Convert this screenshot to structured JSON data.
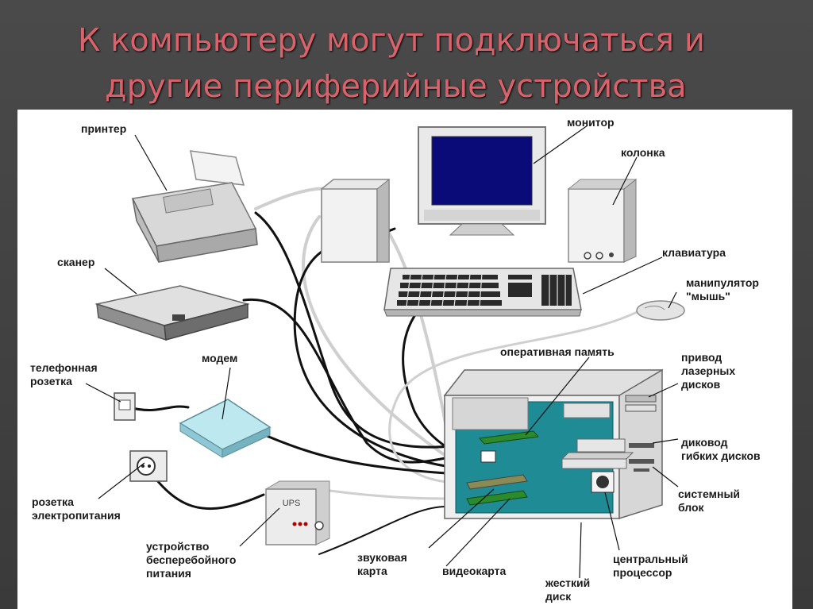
{
  "title": {
    "line1": "К компьютеру могут подключаться и",
    "line2": "другие периферийные устройства"
  },
  "labels": {
    "printer": "принтер",
    "monitor": "монитор",
    "speaker": "колонка",
    "scanner": "сканер",
    "keyboard": "клавиатура",
    "mouse": "манипулятор\n\"мышь\"",
    "phone_socket": "телефонная\nрозетка",
    "modem": "модем",
    "ram": "оперативная память",
    "optical_drive": "привод\nлазерных\nдисков",
    "floppy_drive": "диковод\nгибких дисков",
    "system_unit": "системный\nблок",
    "power_socket": "розетка\nэлектропитания",
    "ups": "устройство\nбесперебойного\nпитания",
    "sound_card": "звуковая\nкарта",
    "video_card": "видеокарта",
    "hdd": "жесткий\nдиск",
    "cpu": "центральный\nпроцессор",
    "ups_text": "UPS"
  }
}
